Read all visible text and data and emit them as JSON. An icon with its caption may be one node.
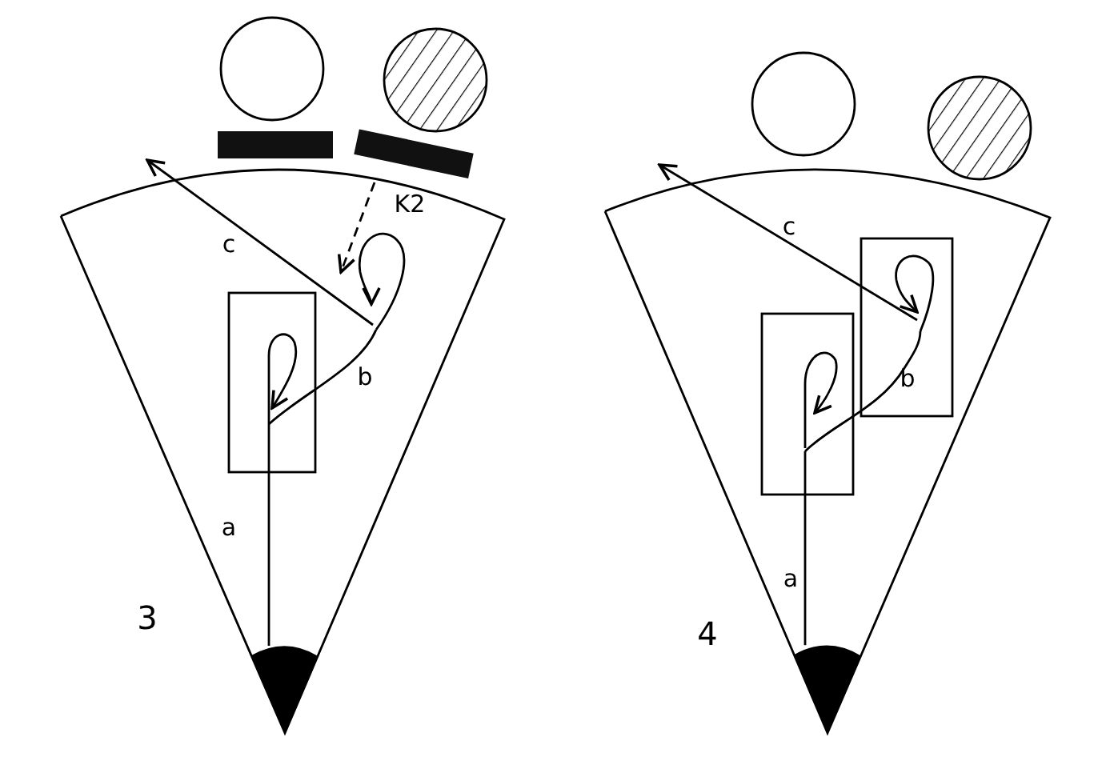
{
  "diagram": {
    "labels": [
      "K2",
      "c",
      "b",
      "a",
      "3",
      "c",
      "b",
      "a",
      "4"
    ]
  }
}
